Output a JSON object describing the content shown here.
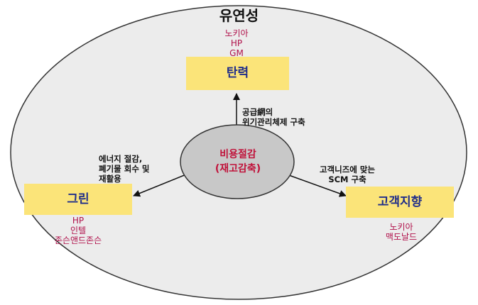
{
  "title": "유연성",
  "center": {
    "line1": "비용절감",
    "line2": "(재고감축)"
  },
  "nodes": {
    "top": {
      "label": "탄력",
      "companies": [
        "노키아",
        "HP",
        "GM"
      ],
      "note": [
        "공급網의",
        "위기관리체제 구축"
      ]
    },
    "left": {
      "label": "그린",
      "companies": [
        "HP",
        "인텔",
        "존슨앤드존슨"
      ],
      "note": [
        "에너지 절감,",
        "폐기물 회수 및",
        "재활용"
      ]
    },
    "right": {
      "label": "고객지향",
      "companies": [
        "노키아",
        "맥도날드"
      ],
      "note": [
        "고객니즈에 맞는",
        "SCM 구축"
      ]
    }
  },
  "colors": {
    "outer": "#ececec",
    "center": "#c8c8c8",
    "box": "#fbe479",
    "label": "#1f2d8a",
    "company": "#b0104a",
    "center_text": "#c0123a"
  }
}
